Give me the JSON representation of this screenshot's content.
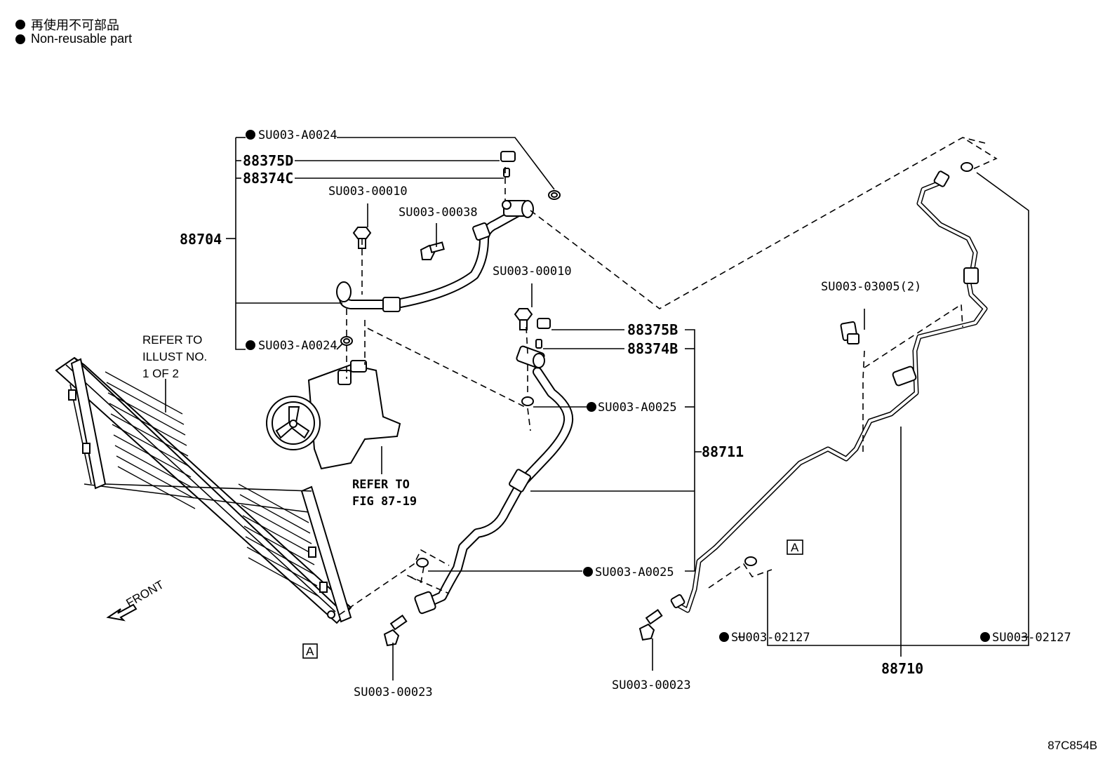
{
  "legend": {
    "line_jp": "再使用不可部品",
    "line_en": "Non-reusable part"
  },
  "labels": {
    "su_a0024_top": "SU003-A0024",
    "p88375d": "88375D",
    "p88374c": "88374C",
    "su_00010_left": "SU003-00010",
    "su_00038": "SU003-00038",
    "p88704": "88704",
    "su_a0024_bot": "SU003-A0024",
    "refer_illust_1": "REFER TO",
    "refer_illust_2": "ILLUST NO.",
    "refer_illust_3": "1 OF 2",
    "refer_fig_1": "REFER TO",
    "refer_fig_2": "FIG 87-19",
    "su_00010_mid": "SU003-00010",
    "p88375b": "88375B",
    "p88374b": "88374B",
    "su_a0025_top": "SU003-A0025",
    "p88711": "88711",
    "su_a0025_bot": "SU003-A0025",
    "su_00023_left": "SU003-00023",
    "su_00023_right": "SU003-00023",
    "su_03005": "SU003-03005(2)",
    "su_02127_left": "SU003-02127",
    "su_02127_right": "SU003-02127",
    "p88710": "88710",
    "front": "FRONT",
    "box_a": "A",
    "figure_code": "87C854B"
  }
}
